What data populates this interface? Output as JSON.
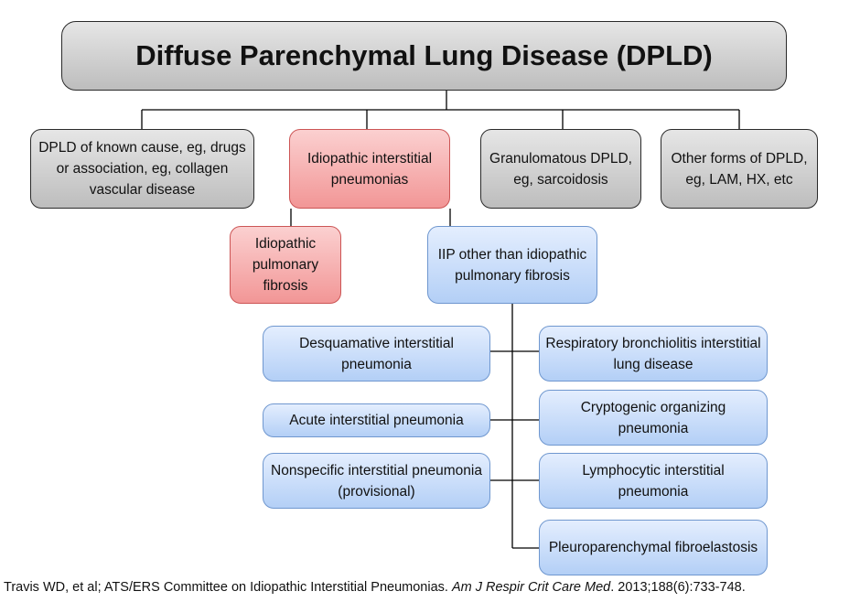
{
  "title": "Diffuse Parenchymal Lung Disease (DPLD)",
  "level1": {
    "known_cause": "DPLD of known cause, eg, drugs or association, eg, collagen vascular disease",
    "iip": "Idiopathic interstitial pneumonias",
    "granulomatous": "Granulomatous DPLD, eg, sarcoidosis",
    "other": "Other forms of DPLD, eg, LAM, HX, etc"
  },
  "level2": {
    "ipf": "Idiopathic pulmonary fibrosis",
    "iip_other": "IIP other than idiopathic pulmonary fibrosis"
  },
  "subtypes": {
    "dip": "Desquamative interstitial pneumonia",
    "aip": "Acute interstitial pneumonia",
    "nsip": "Nonspecific interstitial pneumonia (provisional)",
    "rbild": "Respiratory bronchiolitis interstitial lung disease",
    "cop": "Cryptogenic organizing pneumonia",
    "lip": "Lymphocytic interstitial pneumonia",
    "ppfe": "Pleuroparenchymal fibroelastosis"
  },
  "citation": {
    "authors": "Travis WD, et al; ATS/ERS Committee on Idiopathic Interstitial Pneumonias. ",
    "journal": "Am J Respir Crit Care Med",
    "details": ". 2013;188(6):733-748."
  },
  "colors": {
    "gray_box": "#cfcfcf",
    "red_box": "#f5aaaa",
    "blue_box": "#c6dcfa",
    "connector": "#000000"
  }
}
